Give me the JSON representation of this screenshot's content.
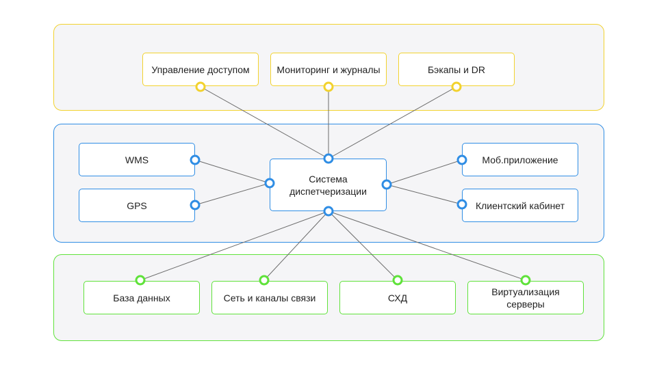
{
  "colors": {
    "top": "#f2d22e",
    "middle": "#2f8de4",
    "bottom": "#5fe23a",
    "wire": "#6b6b6b"
  },
  "top_nodes": [
    {
      "label": "Управление доступом"
    },
    {
      "label": "Мониторинг и журналы"
    },
    {
      "label": "Бэкапы и DR"
    }
  ],
  "center_node": {
    "label": "Система\nдиспетчеризации"
  },
  "left_nodes": [
    {
      "label": "WMS"
    },
    {
      "label": "GPS"
    }
  ],
  "right_nodes": [
    {
      "label": "Моб.приложение"
    },
    {
      "label": "Клиентский кабинет"
    }
  ],
  "bottom_nodes": [
    {
      "label": "База данных"
    },
    {
      "label": "Сеть и каналы связи"
    },
    {
      "label": "СХД"
    },
    {
      "label": "Виртуализация\nсерверы"
    }
  ]
}
